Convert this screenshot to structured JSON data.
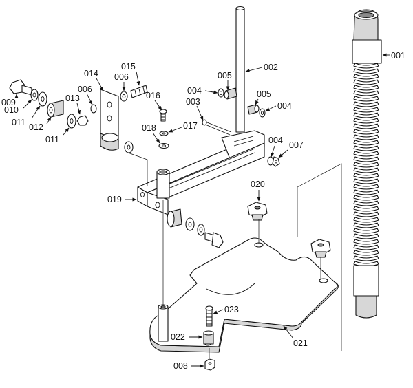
{
  "callouts": [
    {
      "id": "p001",
      "text": "001"
    },
    {
      "id": "p002",
      "text": "002"
    },
    {
      "id": "p003",
      "text": "003"
    },
    {
      "id": "p004a",
      "text": "004"
    },
    {
      "id": "p004b",
      "text": "004"
    },
    {
      "id": "p004c",
      "text": "004"
    },
    {
      "id": "p005a",
      "text": "005"
    },
    {
      "id": "p005b",
      "text": "005"
    },
    {
      "id": "p006a",
      "text": "006"
    },
    {
      "id": "p006b",
      "text": "006"
    },
    {
      "id": "p007",
      "text": "007"
    },
    {
      "id": "p008",
      "text": "008"
    },
    {
      "id": "p009",
      "text": "009"
    },
    {
      "id": "p010",
      "text": "010"
    },
    {
      "id": "p011a",
      "text": "011"
    },
    {
      "id": "p011b",
      "text": "011"
    },
    {
      "id": "p012",
      "text": "012"
    },
    {
      "id": "p013",
      "text": "013"
    },
    {
      "id": "p014",
      "text": "014"
    },
    {
      "id": "p015",
      "text": "015"
    },
    {
      "id": "p016",
      "text": "016"
    },
    {
      "id": "p017",
      "text": "017"
    },
    {
      "id": "p018",
      "text": "018"
    },
    {
      "id": "p019",
      "text": "019"
    },
    {
      "id": "p020",
      "text": "020"
    },
    {
      "id": "p021",
      "text": "021"
    },
    {
      "id": "p022",
      "text": "022"
    },
    {
      "id": "p023",
      "text": "023"
    }
  ],
  "colors": {
    "line": "#111111",
    "background": "#ffffff",
    "shade": "#d7d7d7"
  }
}
